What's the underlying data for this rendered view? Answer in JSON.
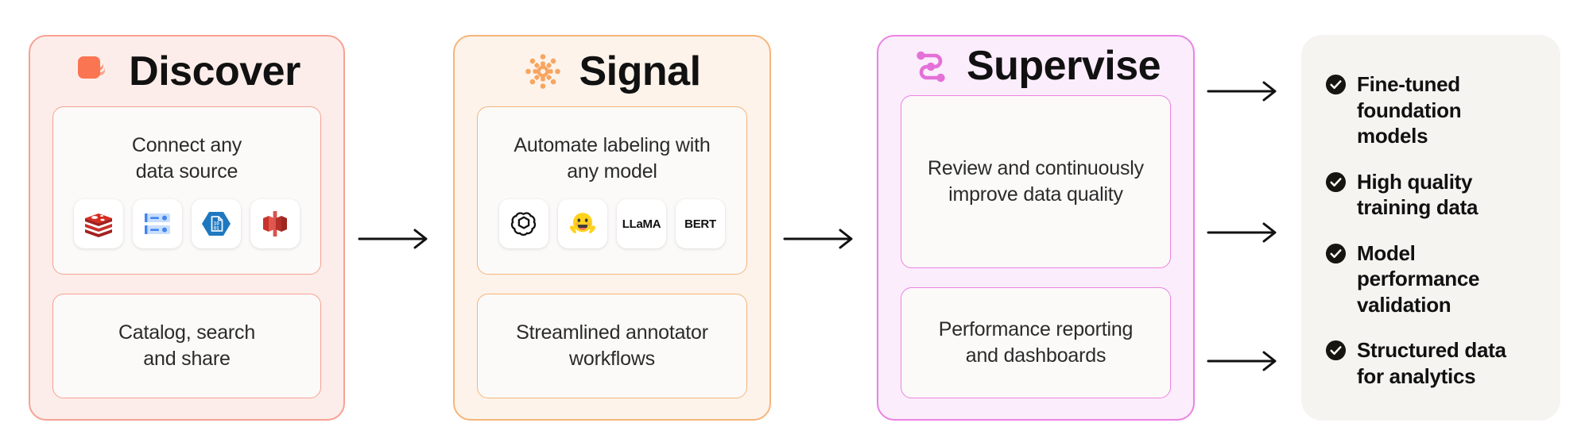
{
  "panels": [
    {
      "id": "discover",
      "title": "Discover",
      "icon": "stacked-layers-icon",
      "accent": "#F7A194",
      "background": "#FDEDEA",
      "cards": [
        {
          "text_line1": "Connect any",
          "text_line2": "data source",
          "chips": [
            {
              "name": "redis-logo-icon",
              "label": ""
            },
            {
              "name": "database-server-icon",
              "label": ""
            },
            {
              "name": "azure-blob-storage-icon",
              "label": ""
            },
            {
              "name": "aws-redshift-icon",
              "label": ""
            }
          ]
        },
        {
          "text_line1": "Catalog, search",
          "text_line2": "and share",
          "chips": []
        }
      ]
    },
    {
      "id": "signal",
      "title": "Signal",
      "icon": "gear-burst-icon",
      "accent": "#F6B579",
      "background": "#FDF3EB",
      "cards": [
        {
          "text_line1": "Automate labeling with",
          "text_line2": "any model",
          "chips": [
            {
              "name": "openai-logo-icon",
              "label": ""
            },
            {
              "name": "hugging-face-logo-icon",
              "label": ""
            },
            {
              "name": "llama-logo-text",
              "label": "LLaMA"
            },
            {
              "name": "bert-logo-text",
              "label": "BERT"
            }
          ]
        },
        {
          "text_line1": "Streamlined annotator",
          "text_line2": "workflows",
          "chips": []
        }
      ]
    },
    {
      "id": "supervise",
      "title": "Supervise",
      "icon": "workflow-path-icon",
      "accent": "#EB82E4",
      "background": "#FBEDFB",
      "cards": [
        {
          "text_line1": "Review and continuously",
          "text_line2": "improve data quality",
          "chips": []
        },
        {
          "text_line1": "Performance reporting",
          "text_line2": "and dashboards",
          "chips": []
        }
      ]
    }
  ],
  "outcomes": {
    "background": "#F5F4F1",
    "items": [
      {
        "icon": "check-circle-icon",
        "line1": "Fine-tuned",
        "line2": "foundation models"
      },
      {
        "icon": "check-circle-icon",
        "line1": "High quality",
        "line2": "training data"
      },
      {
        "icon": "check-circle-icon",
        "line1": "Model performance",
        "line2": "validation"
      },
      {
        "icon": "check-circle-icon",
        "line1": "Structured data",
        "line2": "for analytics"
      }
    ]
  },
  "arrows": [
    {
      "name": "arrow-discover-to-signal"
    },
    {
      "name": "arrow-signal-to-supervise"
    },
    {
      "name": "arrow-supervise-to-outcome-1"
    },
    {
      "name": "arrow-supervise-to-outcome-3"
    },
    {
      "name": "arrow-supervise-to-outcome-4"
    }
  ]
}
